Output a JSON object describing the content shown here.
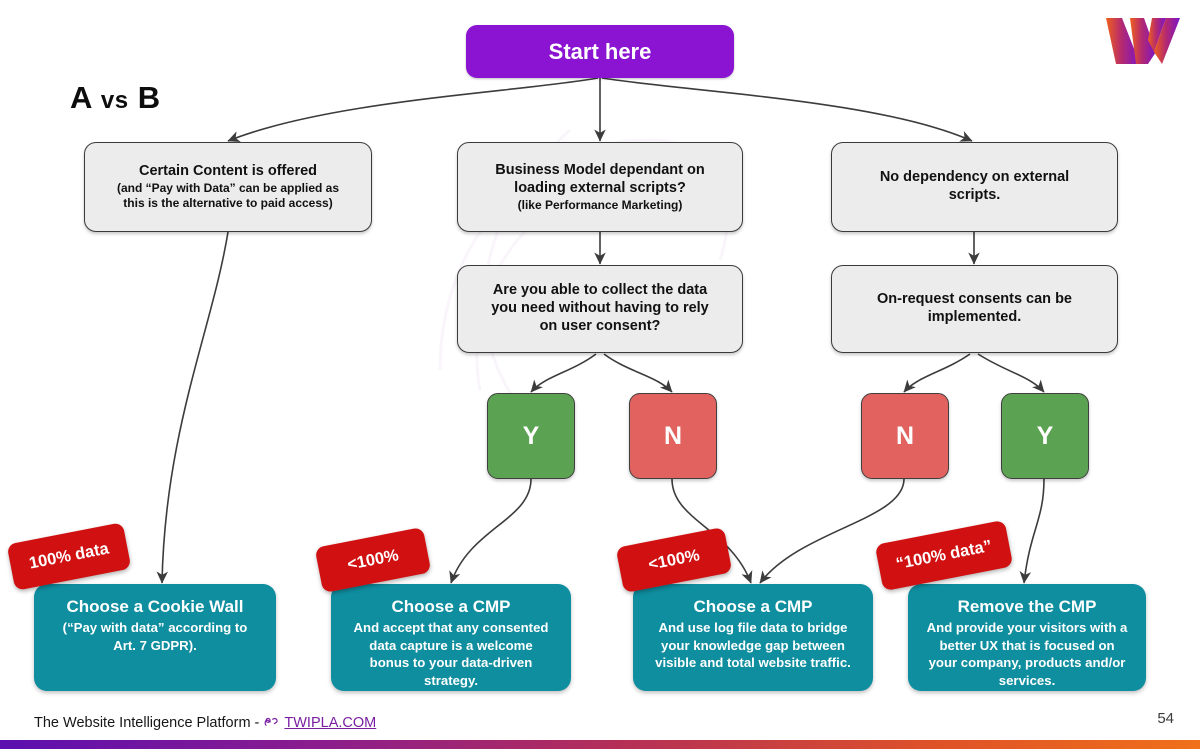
{
  "slide": {
    "title": "A vs B",
    "title_main_a": "A",
    "title_vs": "vs",
    "title_main_b": "B",
    "page_number": "54",
    "logo_name": "twipla-w-logo"
  },
  "footer": {
    "text": "The Website Intelligence Platform -",
    "link_label": "TWIPLA.COM",
    "link_icon": "link-icon"
  },
  "flow": {
    "start": {
      "label": "Start here"
    },
    "branches": [
      {
        "id": "left",
        "question": {
          "line1": "Certain Content is offered",
          "line2": "(and “Pay with Data” can be applied as",
          "line3": "this is the alternative to paid access)"
        }
      },
      {
        "id": "middle",
        "question": {
          "line1": "Business Model dependant on",
          "line2": "loading external scripts?",
          "line3": "(like Performance Marketing)"
        },
        "followup": {
          "line1": "Are you able to collect the data",
          "line2": "you need without having to rely",
          "line3": "on user consent?"
        }
      },
      {
        "id": "right",
        "question": {
          "line1": "No dependency on external",
          "line2": "scripts."
        },
        "followup": {
          "line1": "On-request consents can be",
          "line2": "implemented."
        }
      }
    ],
    "decisions": [
      {
        "id": "mid-yes",
        "label": "Y",
        "kind": "yes"
      },
      {
        "id": "mid-no",
        "label": "N",
        "kind": "no"
      },
      {
        "id": "right-no",
        "label": "N",
        "kind": "no"
      },
      {
        "id": "right-yes",
        "label": "Y",
        "kind": "yes"
      }
    ],
    "tags": [
      {
        "id": "tag-cookie-wall",
        "label": "100% data"
      },
      {
        "id": "tag-cmp-1",
        "label": "<100%"
      },
      {
        "id": "tag-cmp-2",
        "label": "<100%"
      },
      {
        "id": "tag-remove-cmp",
        "label": "“100% data”"
      }
    ],
    "outcomes": [
      {
        "id": "cookie-wall",
        "heading": "Choose a Cookie Wall",
        "body_line1": "(“Pay with data” according to",
        "body_line2": "Art. 7 GDPR).",
        "body_line3": "",
        "body_line4": ""
      },
      {
        "id": "cmp-accept",
        "heading": "Choose a CMP",
        "body_line1": "And accept that any consented",
        "body_line2": "data capture is a welcome",
        "body_line3": "bonus to your data-driven",
        "body_line4": "strategy."
      },
      {
        "id": "cmp-logfile",
        "heading": "Choose a CMP",
        "body_line1": "And use log file data to bridge",
        "body_line2": "your knowledge gap between",
        "body_line3": "visible and total website traffic.",
        "body_line4": ""
      },
      {
        "id": "remove-cmp",
        "heading": "Remove the  CMP",
        "body_line1": "And provide your visitors with a",
        "body_line2": "better UX that is focused on",
        "body_line3": "your company, products and/or",
        "body_line4": "services."
      }
    ]
  },
  "colors": {
    "start_purple": "#8A14D1",
    "question_gray": "#ECECEC",
    "yes_green": "#5BA352",
    "no_red": "#E1625F",
    "card_teal": "#0F8E9F",
    "tag_red": "#D11111",
    "link_purple": "#7A1FA2"
  }
}
